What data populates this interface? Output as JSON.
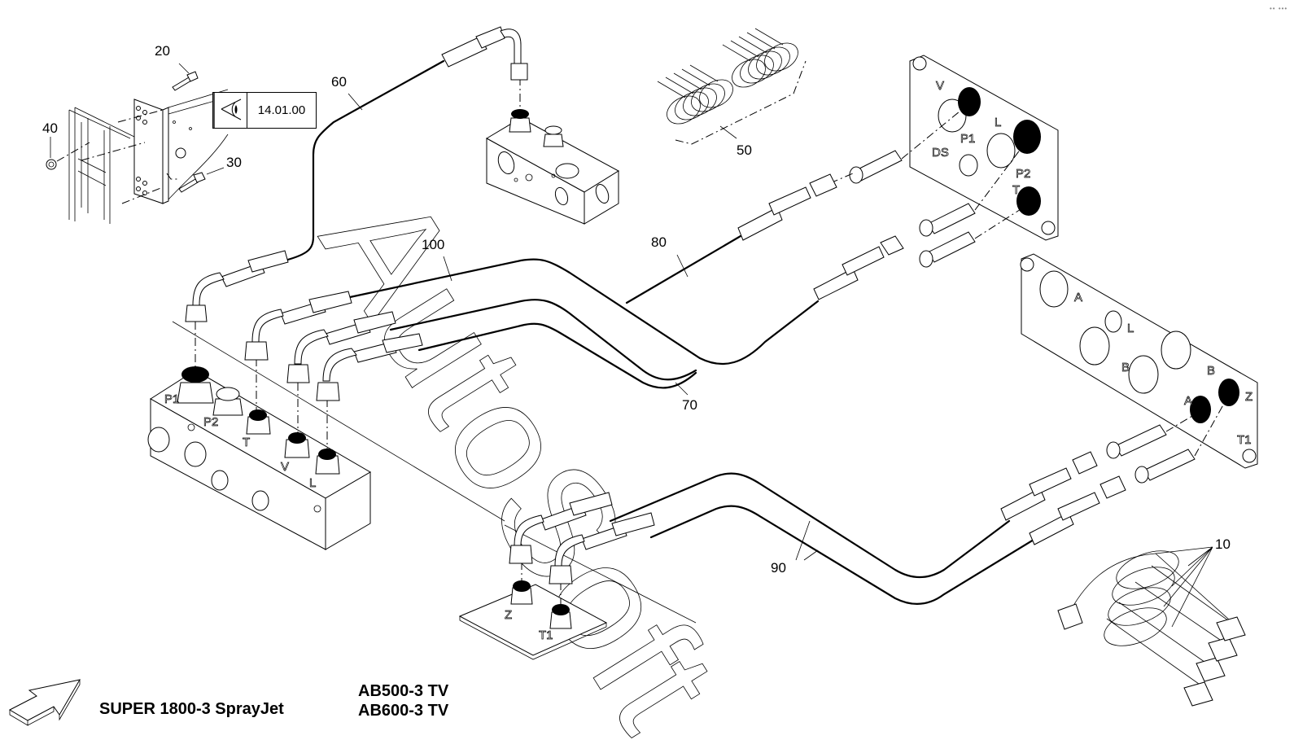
{
  "diagram": {
    "title_models": {
      "main": "SUPER 1800-3 SprayJet",
      "variant_a": "AB500-3 TV",
      "variant_b": "AB600-3 TV"
    },
    "reference": {
      "icon": "eye-view-icon",
      "code": "14.01.00"
    },
    "watermark": "AutoSoft",
    "direction_arrow": "direction-arrow-icon",
    "callouts": [
      {
        "id": "20",
        "label": "20",
        "part": "bolt"
      },
      {
        "id": "40",
        "label": "40",
        "part": "nut"
      },
      {
        "id": "30",
        "label": "30",
        "part": "bolt"
      },
      {
        "id": "60",
        "label": "60",
        "part": "hydraulic-hose"
      },
      {
        "id": "50",
        "label": "50",
        "part": "cable-ties"
      },
      {
        "id": "100",
        "label": "100",
        "part": "hydraulic-hose"
      },
      {
        "id": "80",
        "label": "80",
        "part": "hydraulic-hose"
      },
      {
        "id": "70",
        "label": "70",
        "part": "hydraulic-hose"
      },
      {
        "id": "90",
        "label": "90",
        "part": "hydraulic-hose"
      },
      {
        "id": "10",
        "label": "10",
        "part": "hose-clamp-straps"
      }
    ],
    "upper_panel_ports": [
      "V",
      "P1",
      "DS",
      "L",
      "P2",
      "T"
    ],
    "lower_panel_ports": [
      "A",
      "L",
      "B",
      "B",
      "A",
      "Z",
      "T1"
    ],
    "valve_block_ports": [
      "P1",
      "P2",
      "T",
      "V",
      "L"
    ],
    "base_plate_ports": [
      "Z",
      "T1"
    ],
    "corner_indicator": "•• •••"
  }
}
